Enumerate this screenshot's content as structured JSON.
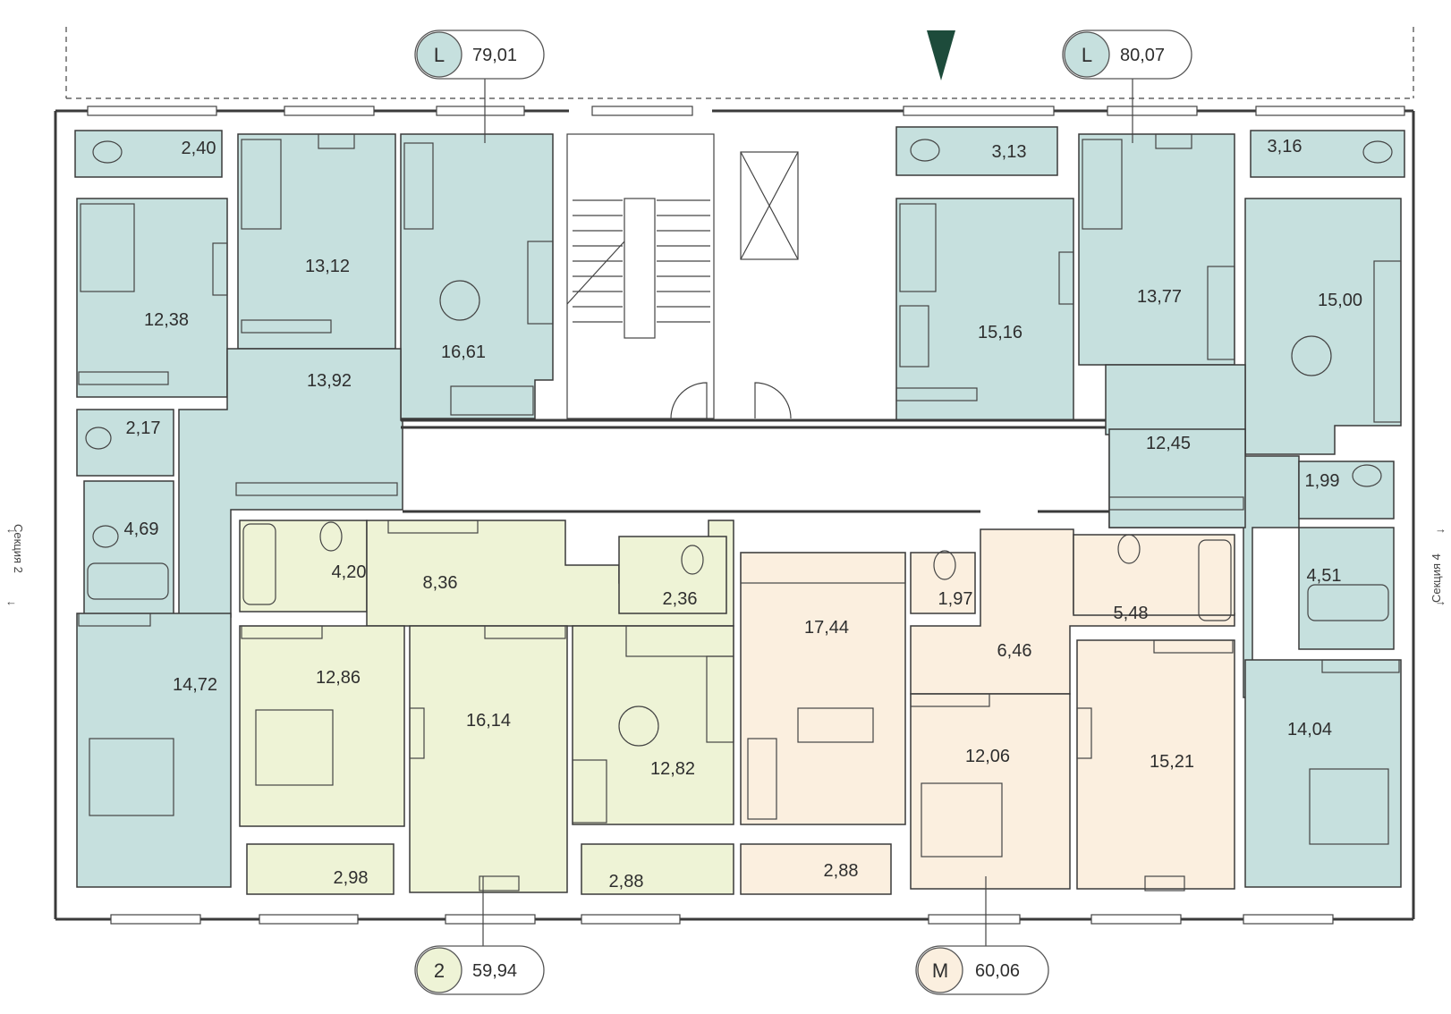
{
  "colors": {
    "blue": "#c6e0de",
    "green": "#eef3d6",
    "peach": "#fbefdf",
    "wall": "#3a3a3a",
    "north": "#1d4b3b"
  },
  "badges": [
    {
      "code": "L",
      "area": "79,01"
    },
    {
      "code": "L",
      "area": "80,07"
    },
    {
      "code": "2",
      "area": "59,94"
    },
    {
      "code": "M",
      "area": "60,06"
    }
  ],
  "sections": {
    "left": "Секция 2",
    "right": "Секция 4"
  },
  "rooms": {
    "r_240": "2,40",
    "r_1312": "13,12",
    "r_1238": "12,38",
    "r_1661": "16,61",
    "r_1392": "13,92",
    "r_217": "2,17",
    "r_469": "4,69",
    "r_1472": "14,72",
    "r_420": "4,20",
    "r_836": "8,36",
    "r_236": "2,36",
    "r_1286": "12,86",
    "r_1614": "16,14",
    "r_1282": "12,82",
    "r_298": "2,98",
    "r_288a": "2,88",
    "r_1744": "17,44",
    "r_197": "1,97",
    "r_646": "6,46",
    "r_548": "5,48",
    "r_1206": "12,06",
    "r_1521": "15,21",
    "r_288b": "2,88",
    "r_313": "3,13",
    "r_1516": "15,16",
    "r_1377": "13,77",
    "r_316": "3,16",
    "r_1500": "15,00",
    "r_1245": "12,45",
    "r_199": "1,99",
    "r_451": "4,51",
    "r_1404": "14,04"
  }
}
